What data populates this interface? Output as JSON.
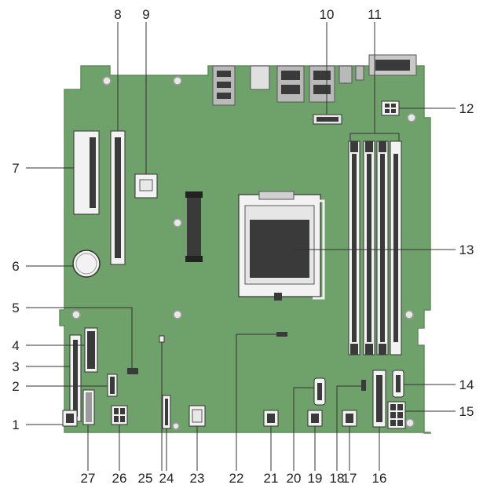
{
  "colors": {
    "board": "#6fa26a",
    "board_edge": "#5f8f5a",
    "component_dark": "#3a3a3a",
    "connector_white": "#f2f2f2",
    "connector_gray": "#8a8a8a",
    "leader_line": "#333333",
    "label_text": "#222222"
  },
  "callouts": [
    {
      "id": "1",
      "text": "1"
    },
    {
      "id": "2",
      "text": "2"
    },
    {
      "id": "3",
      "text": "3"
    },
    {
      "id": "4",
      "text": "4"
    },
    {
      "id": "5",
      "text": "5"
    },
    {
      "id": "6",
      "text": "6"
    },
    {
      "id": "7",
      "text": "7"
    },
    {
      "id": "8",
      "text": "8"
    },
    {
      "id": "9",
      "text": "9"
    },
    {
      "id": "10",
      "text": "10"
    },
    {
      "id": "11",
      "text": "11"
    },
    {
      "id": "12",
      "text": "12"
    },
    {
      "id": "13",
      "text": "13"
    },
    {
      "id": "14",
      "text": "14"
    },
    {
      "id": "15",
      "text": "15"
    },
    {
      "id": "16",
      "text": "16"
    },
    {
      "id": "17",
      "text": "17"
    },
    {
      "id": "18",
      "text": "18"
    },
    {
      "id": "19",
      "text": "19"
    },
    {
      "id": "20",
      "text": "20"
    },
    {
      "id": "21",
      "text": "21"
    },
    {
      "id": "22",
      "text": "22"
    },
    {
      "id": "23",
      "text": "23"
    },
    {
      "id": "24",
      "text": "24"
    },
    {
      "id": "25",
      "text": "25"
    },
    {
      "id": "26",
      "text": "26"
    },
    {
      "id": "27",
      "text": "27"
    }
  ]
}
